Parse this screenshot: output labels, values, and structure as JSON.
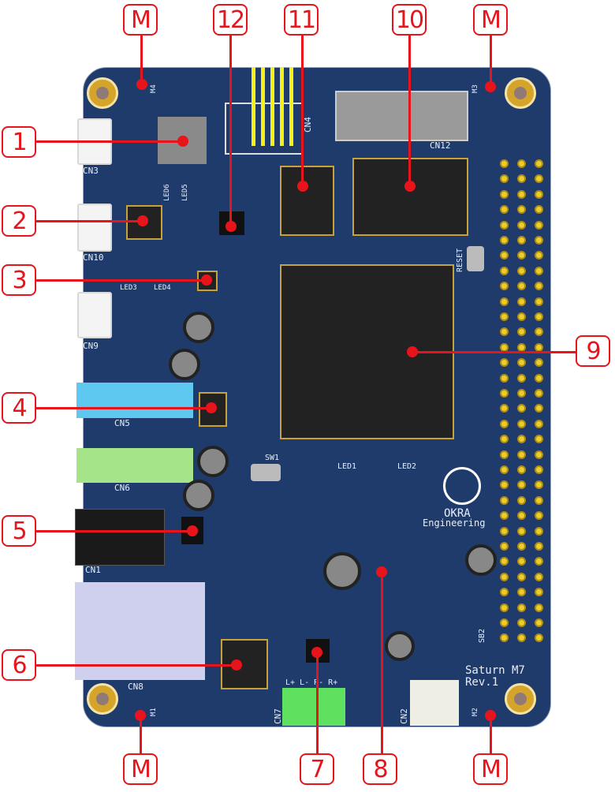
{
  "board": {
    "brand": "OKRA",
    "brand_sub": "Engineering",
    "model": "Saturn M7",
    "revision": "Rev.1",
    "labels": {
      "cn3": "CN3",
      "cn10": "CN10",
      "cn9": "CN9",
      "cn5": "CN5",
      "cn6": "CN6",
      "cn1": "CN1",
      "cn8": "CN8",
      "cn4": "CN4",
      "cn12": "CN12",
      "cn7": "CN7",
      "cn2": "CN2",
      "led6": "LED6",
      "led5": "LED5",
      "led3": "LED3",
      "led4": "LED4",
      "led1": "LED1",
      "led2": "LED2",
      "reset": "RESET",
      "sw1": "SW1",
      "sb2": "SB2",
      "m1": "M1",
      "m2": "M2",
      "m3": "M3",
      "m4": "M4",
      "audio": "L+ L- R- R+"
    }
  },
  "callouts": [
    "1",
    "2",
    "3",
    "4",
    "5",
    "6",
    "7",
    "8",
    "9",
    "10",
    "11",
    "12"
  ],
  "mount_label": "M",
  "colors": {
    "board": "#1f3b6b",
    "callout": "#e8141c"
  }
}
